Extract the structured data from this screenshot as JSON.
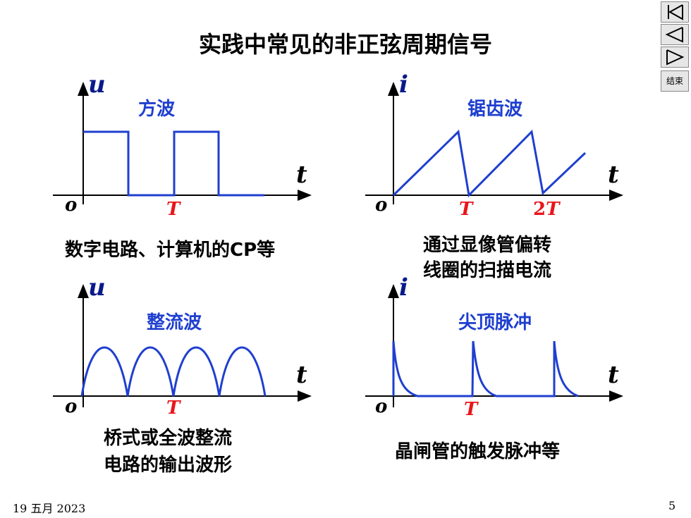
{
  "title": "实践中常见的非正弦周期信号",
  "panels": [
    {
      "wave": "方波",
      "axis": "u",
      "t": "t",
      "o": "o",
      "tick1": "T",
      "caption": [
        "数字电路、计算机的CP等"
      ]
    },
    {
      "wave": "锯齿波",
      "axis": "i",
      "t": "t",
      "o": "o",
      "tick1": "T",
      "tick2_num": "2",
      "tick2_var": "T",
      "caption": [
        "通过显像管偏转",
        "线圈的扫描电流"
      ]
    },
    {
      "wave": "整流波",
      "axis": "u",
      "t": "t",
      "o": "o",
      "tick1": "T",
      "caption": [
        "桥式或全波整流",
        "电路的输出波形"
      ]
    },
    {
      "wave": "尖顶脉冲",
      "axis": "i",
      "t": "t",
      "o": "o",
      "tick1": "T",
      "caption": [
        "晶闸管的触发脉冲等"
      ]
    }
  ],
  "nav": {
    "end_label": "结束"
  },
  "footer": {
    "date": "19 五月 2023",
    "page": "5"
  },
  "colors": {
    "wave": "#1f3fcf",
    "tick": "#e8151b",
    "label": "#1f3fcf"
  }
}
